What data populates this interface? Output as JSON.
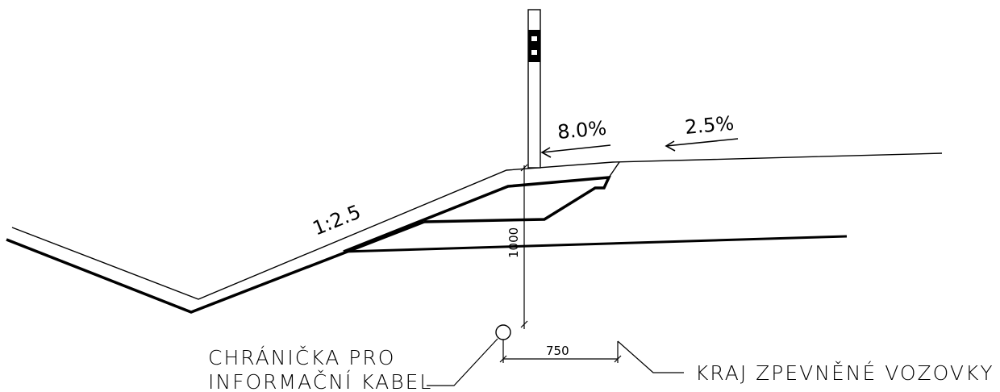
{
  "labels": {
    "slope_side": "1:2.5",
    "slope_shoulder": "8.0%",
    "slope_road": "2.5%",
    "dim_vertical": "1000",
    "dim_horizontal": "750",
    "cable_line1": "CHRÁNIČKA PRO",
    "cable_line2": "INFORMAČNÍ KABEL",
    "road_edge": "KRAJ ZPEVNĚNÉ VOZOVKY"
  },
  "colors": {
    "line": "#000000",
    "background": "#ffffff"
  }
}
